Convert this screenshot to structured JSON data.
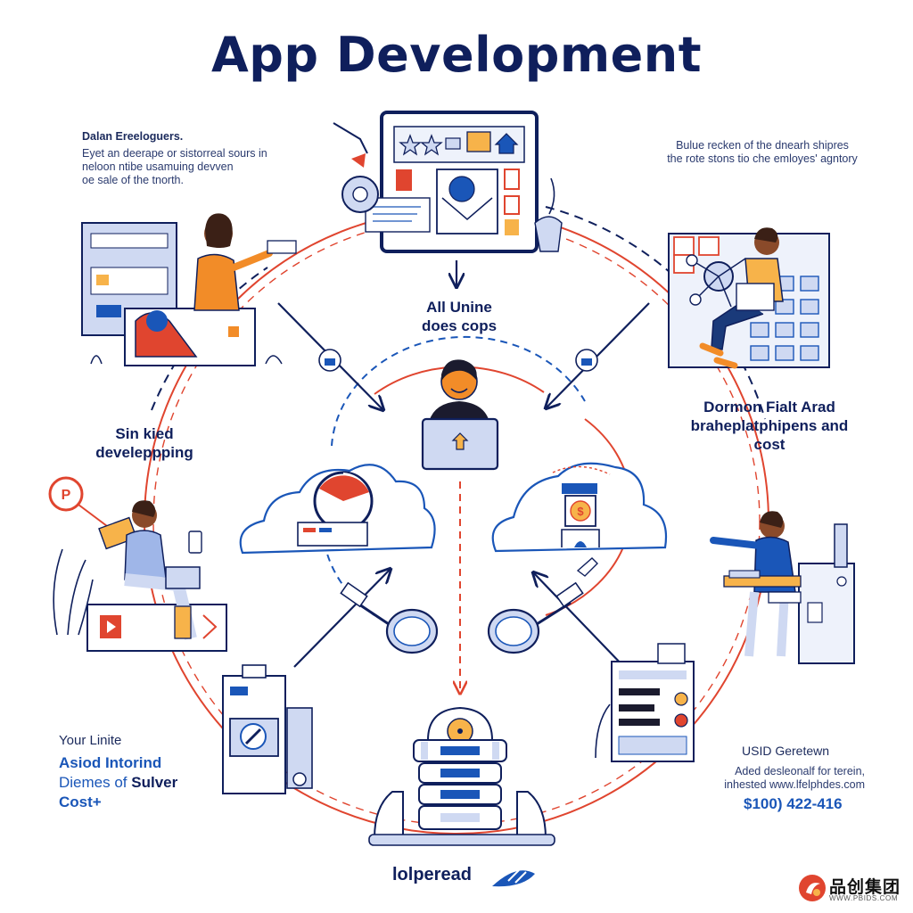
{
  "title": "App Development",
  "top_left_note": {
    "heading": "Dalan Ereeloguers.",
    "lines": [
      "Eyet an deerape or sistorreal sours in",
      "neloon ntibe usamuing devven",
      "oe sale of the tnorth."
    ]
  },
  "top_right_note": {
    "lines": [
      "Bulue recken of the dnearh shipres",
      "the rote stons tio che emloyes' agntory"
    ]
  },
  "center_label": {
    "line1": "All Unine",
    "line2": "does cops"
  },
  "left_label": {
    "line1": "Sin kied",
    "line2": "develeppping"
  },
  "right_label": {
    "line1": "Dormon Fialt Arad",
    "line2": "braheplatphipens and",
    "line3": "cost"
  },
  "bottom_left_note": {
    "heading": "Your Linite",
    "line1": "Asiod Intorind",
    "line2_a": "Diemes of ",
    "line2_b": "Sulver",
    "line3": "Cost+"
  },
  "bottom_right_note": {
    "heading": "USID Geretewn",
    "line1": "Aded desleonalf for terein,",
    "line2": "inhested www.lfelphdes.com",
    "phone": "$100) 422-416"
  },
  "footer_logo": "lolperead",
  "watermark": {
    "name": "品创集团",
    "url": "WWW.PBIDS.COM"
  },
  "colors": {
    "navy": "#0f1f5c",
    "blue": "#1a56b8",
    "orange": "#f28c28",
    "red_accent": "#e0452f",
    "light_blue": "#cfd9f2"
  }
}
